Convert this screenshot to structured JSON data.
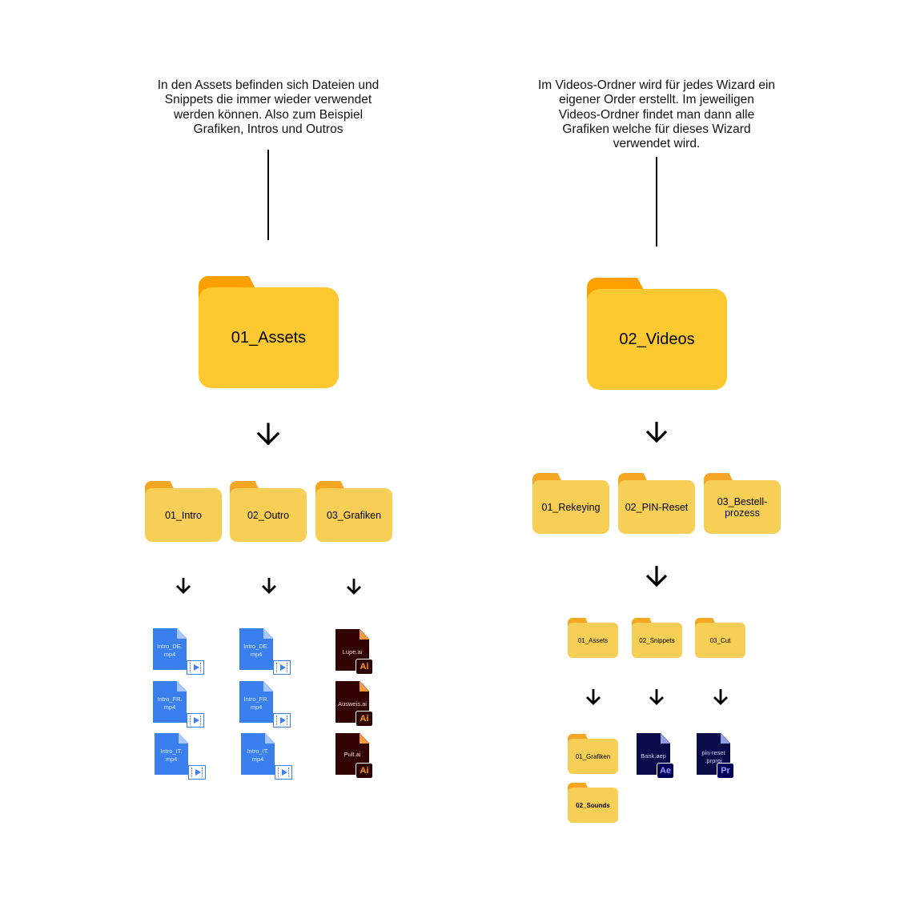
{
  "left": {
    "caption": [
      "In den Assets befinden sich Dateien und",
      "Snippets die immer wieder verwendet",
      "werden können. Also zum Beispiel",
      "Grafiken, Intros und Outros"
    ],
    "root_folder": "01_Assets",
    "subfolders": [
      "01_Intro",
      "02_Outro",
      "03_Grafiken"
    ],
    "intro_files": [
      {
        "name": "Intro_DE.\nmp4",
        "icon": "video-file-icon"
      },
      {
        "name": "Intro_FR.\nmp4",
        "icon": "video-file-icon"
      },
      {
        "name": "Intro_IT.\nmp4",
        "icon": "video-file-icon"
      }
    ],
    "outro_files": [
      {
        "name": "Intro_DE.\nmp4",
        "icon": "video-file-icon"
      },
      {
        "name": "Intro_FR.\nmp4",
        "icon": "video-file-icon"
      },
      {
        "name": "Intro_IT.\nmp4",
        "icon": "video-file-icon"
      }
    ],
    "grafik_files": [
      {
        "name": "Lupe.ai",
        "badge": "Ai"
      },
      {
        "name": "Ausweis.ai",
        "badge": "Ai"
      },
      {
        "name": "Pult.ai",
        "badge": "Ai"
      }
    ]
  },
  "right": {
    "caption": [
      "Im Videos-Ordner wird für jedes Wizard ein",
      "eigener Order erstellt. Im jeweiligen",
      "Videos-Ordner findet man dann alle",
      "Grafiken welche für dieses Wizard",
      "verwendet wird."
    ],
    "root_folder": "02_Videos",
    "subfolders": [
      "01_Rekeying",
      "02_PIN-Reset",
      "03_Bestell-\nprozess"
    ],
    "wizard_subfolders": [
      "01_Assets",
      "02_Snippets",
      "03_Cut"
    ],
    "asset_folders": [
      "01_Grafiken",
      "02_Sounds"
    ],
    "snippet_file": {
      "name": "Bank.aep",
      "badge": "Ae"
    },
    "cut_file": {
      "name": "pin-reset\n.prproj",
      "badge": "Pr"
    }
  },
  "colors": {
    "folder_big": "#fdc830",
    "folder_tab": "#ff9f00",
    "folder_small": "#f8cf56",
    "mp4_file": "#3a7fee",
    "ai_file": "#330000",
    "adobe_video_file": "#0b0b4b"
  }
}
